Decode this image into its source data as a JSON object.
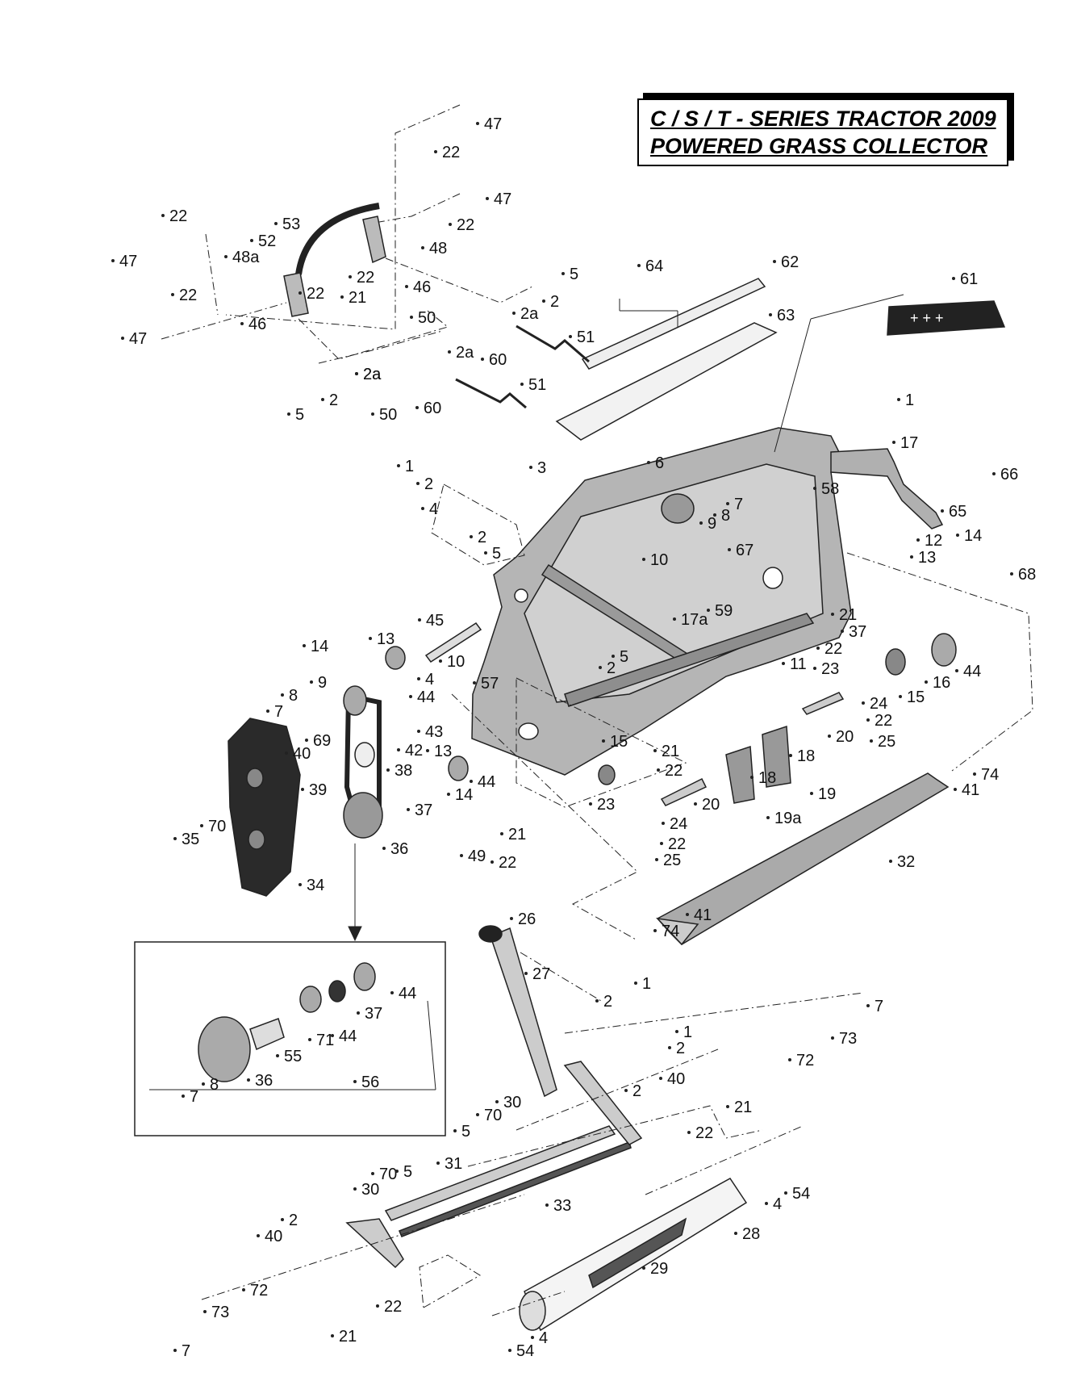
{
  "title": {
    "line1": "C / S / T - SERIES TRACTOR 2009",
    "line2": "POWERED GRASS COLLECTOR"
  },
  "labels": {
    "l47a": "47",
    "l22a": "22",
    "l47b": "47",
    "l22b": "22",
    "l22c": "22",
    "l53": "53",
    "l52": "52",
    "l48a": "48a",
    "l47c": "47",
    "l48": "48",
    "l22d": "22",
    "l21a": "21",
    "l22e": "22",
    "l46a": "46",
    "l22f": "22",
    "l46b": "46",
    "l47d": "47",
    "l50a": "50",
    "l2aa": "2a",
    "l2ab": "2a",
    "l50b": "50",
    "l2ac": "2a",
    "l2a": "2",
    "l5a": "5",
    "l60a": "60",
    "l60b": "60",
    "l51a": "51",
    "l51b": "51",
    "l5b": "5",
    "l2b": "2",
    "l2ad": "2a",
    "l64": "64",
    "l62": "62",
    "l63": "63",
    "l61": "61",
    "l1a": "1",
    "l17": "17",
    "l66": "66",
    "l65": "65",
    "l1b": "1",
    "l2c": "2",
    "l3": "3",
    "l4a": "4",
    "l2d": "2",
    "l5c": "5",
    "l6": "6",
    "l7a": "7",
    "l8a": "8",
    "l9a": "9",
    "l10a": "10",
    "l58": "58",
    "l67": "67",
    "l59": "59",
    "l17a": "17a",
    "l12": "12",
    "l14a": "14",
    "l13a": "13",
    "l68": "68",
    "l45": "45",
    "l13b": "13",
    "l14b": "14",
    "l10b": "10",
    "l4b": "4",
    "l9b": "9",
    "l44a": "44",
    "l5d": "5",
    "l2e": "2",
    "l8b": "8",
    "l7b": "7",
    "l57": "57",
    "l43": "43",
    "l69": "69",
    "l42": "42",
    "l40a": "40",
    "l38": "38",
    "l39": "39",
    "l13c": "13",
    "l44b": "44",
    "l14c": "14",
    "l37a": "37",
    "l35": "35",
    "l70a": "70",
    "l34": "34",
    "l36a": "36",
    "l49": "49",
    "l22g": "22",
    "l21b": "21",
    "l11": "11",
    "l15a": "15",
    "l21c": "21",
    "l22h": "22",
    "l23a": "23",
    "l24a": "24",
    "l22i": "22",
    "l25a": "25",
    "l20a": "20",
    "l21d": "21",
    "l22j": "22",
    "l23b": "23",
    "l24b": "24",
    "l22k": "22",
    "l25b": "25",
    "l20b": "20",
    "l18a": "18",
    "l18b": "18",
    "l19": "19",
    "l19a": "19a",
    "l37b": "37",
    "l16": "16",
    "l44c": "44",
    "l15b": "15",
    "l74a": "74",
    "l41a": "41",
    "l32": "32",
    "l41b": "41",
    "l74b": "74",
    "l26": "26",
    "l27": "27",
    "l44d": "44",
    "l37c": "37",
    "l71": "71",
    "l44e": "44",
    "l55": "55",
    "l36b": "36",
    "l56": "56",
    "l8c": "8",
    "l7c": "7",
    "l1c": "1",
    "l2f": "2",
    "l1d": "1",
    "l2g": "2",
    "l40b": "40",
    "l2h": "2",
    "l7d": "7",
    "l73a": "73",
    "l72a": "72",
    "l21e": "21",
    "l22l": "22",
    "l30a": "30",
    "l70b": "70",
    "l5e": "5",
    "l31": "31",
    "l70c": "70",
    "l5f": "5",
    "l30b": "30",
    "l33": "33",
    "l2i": "2",
    "l40c": "40",
    "l4c": "4",
    "l54a": "54",
    "l28": "28",
    "l29": "29",
    "l72b": "72",
    "l22m": "22",
    "l73b": "73",
    "l21f": "21",
    "l7e": "7",
    "l4d": "4",
    "l54b": "54"
  }
}
